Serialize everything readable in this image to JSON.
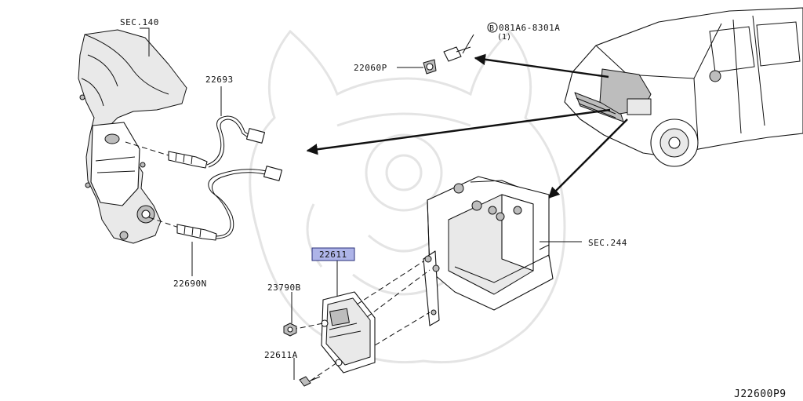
{
  "diagram": {
    "callouts": {
      "sec140": "SEC.140",
      "p22693": "22693",
      "p22690n": "22690N",
      "p22611_highlight": "22611",
      "p23790b": "23790B",
      "p22611a": "22611A",
      "p22060p": "22060P",
      "bolt_code": "081A6-8301A",
      "bolt_circle_letter": "B",
      "bolt_qty": "(1)",
      "sec244": "SEC.244"
    },
    "diagram_code": "J22600P9",
    "colors": {
      "highlight_fill": "#aeb4e8",
      "highlight_border": "#2a2f7a",
      "line": "#111111",
      "watermark": "#e4e4e4"
    },
    "icons": [
      "watermark-emblem",
      "exhaust-manifold",
      "oxygen-sensor",
      "ecm-module",
      "battery",
      "vehicle"
    ]
  }
}
